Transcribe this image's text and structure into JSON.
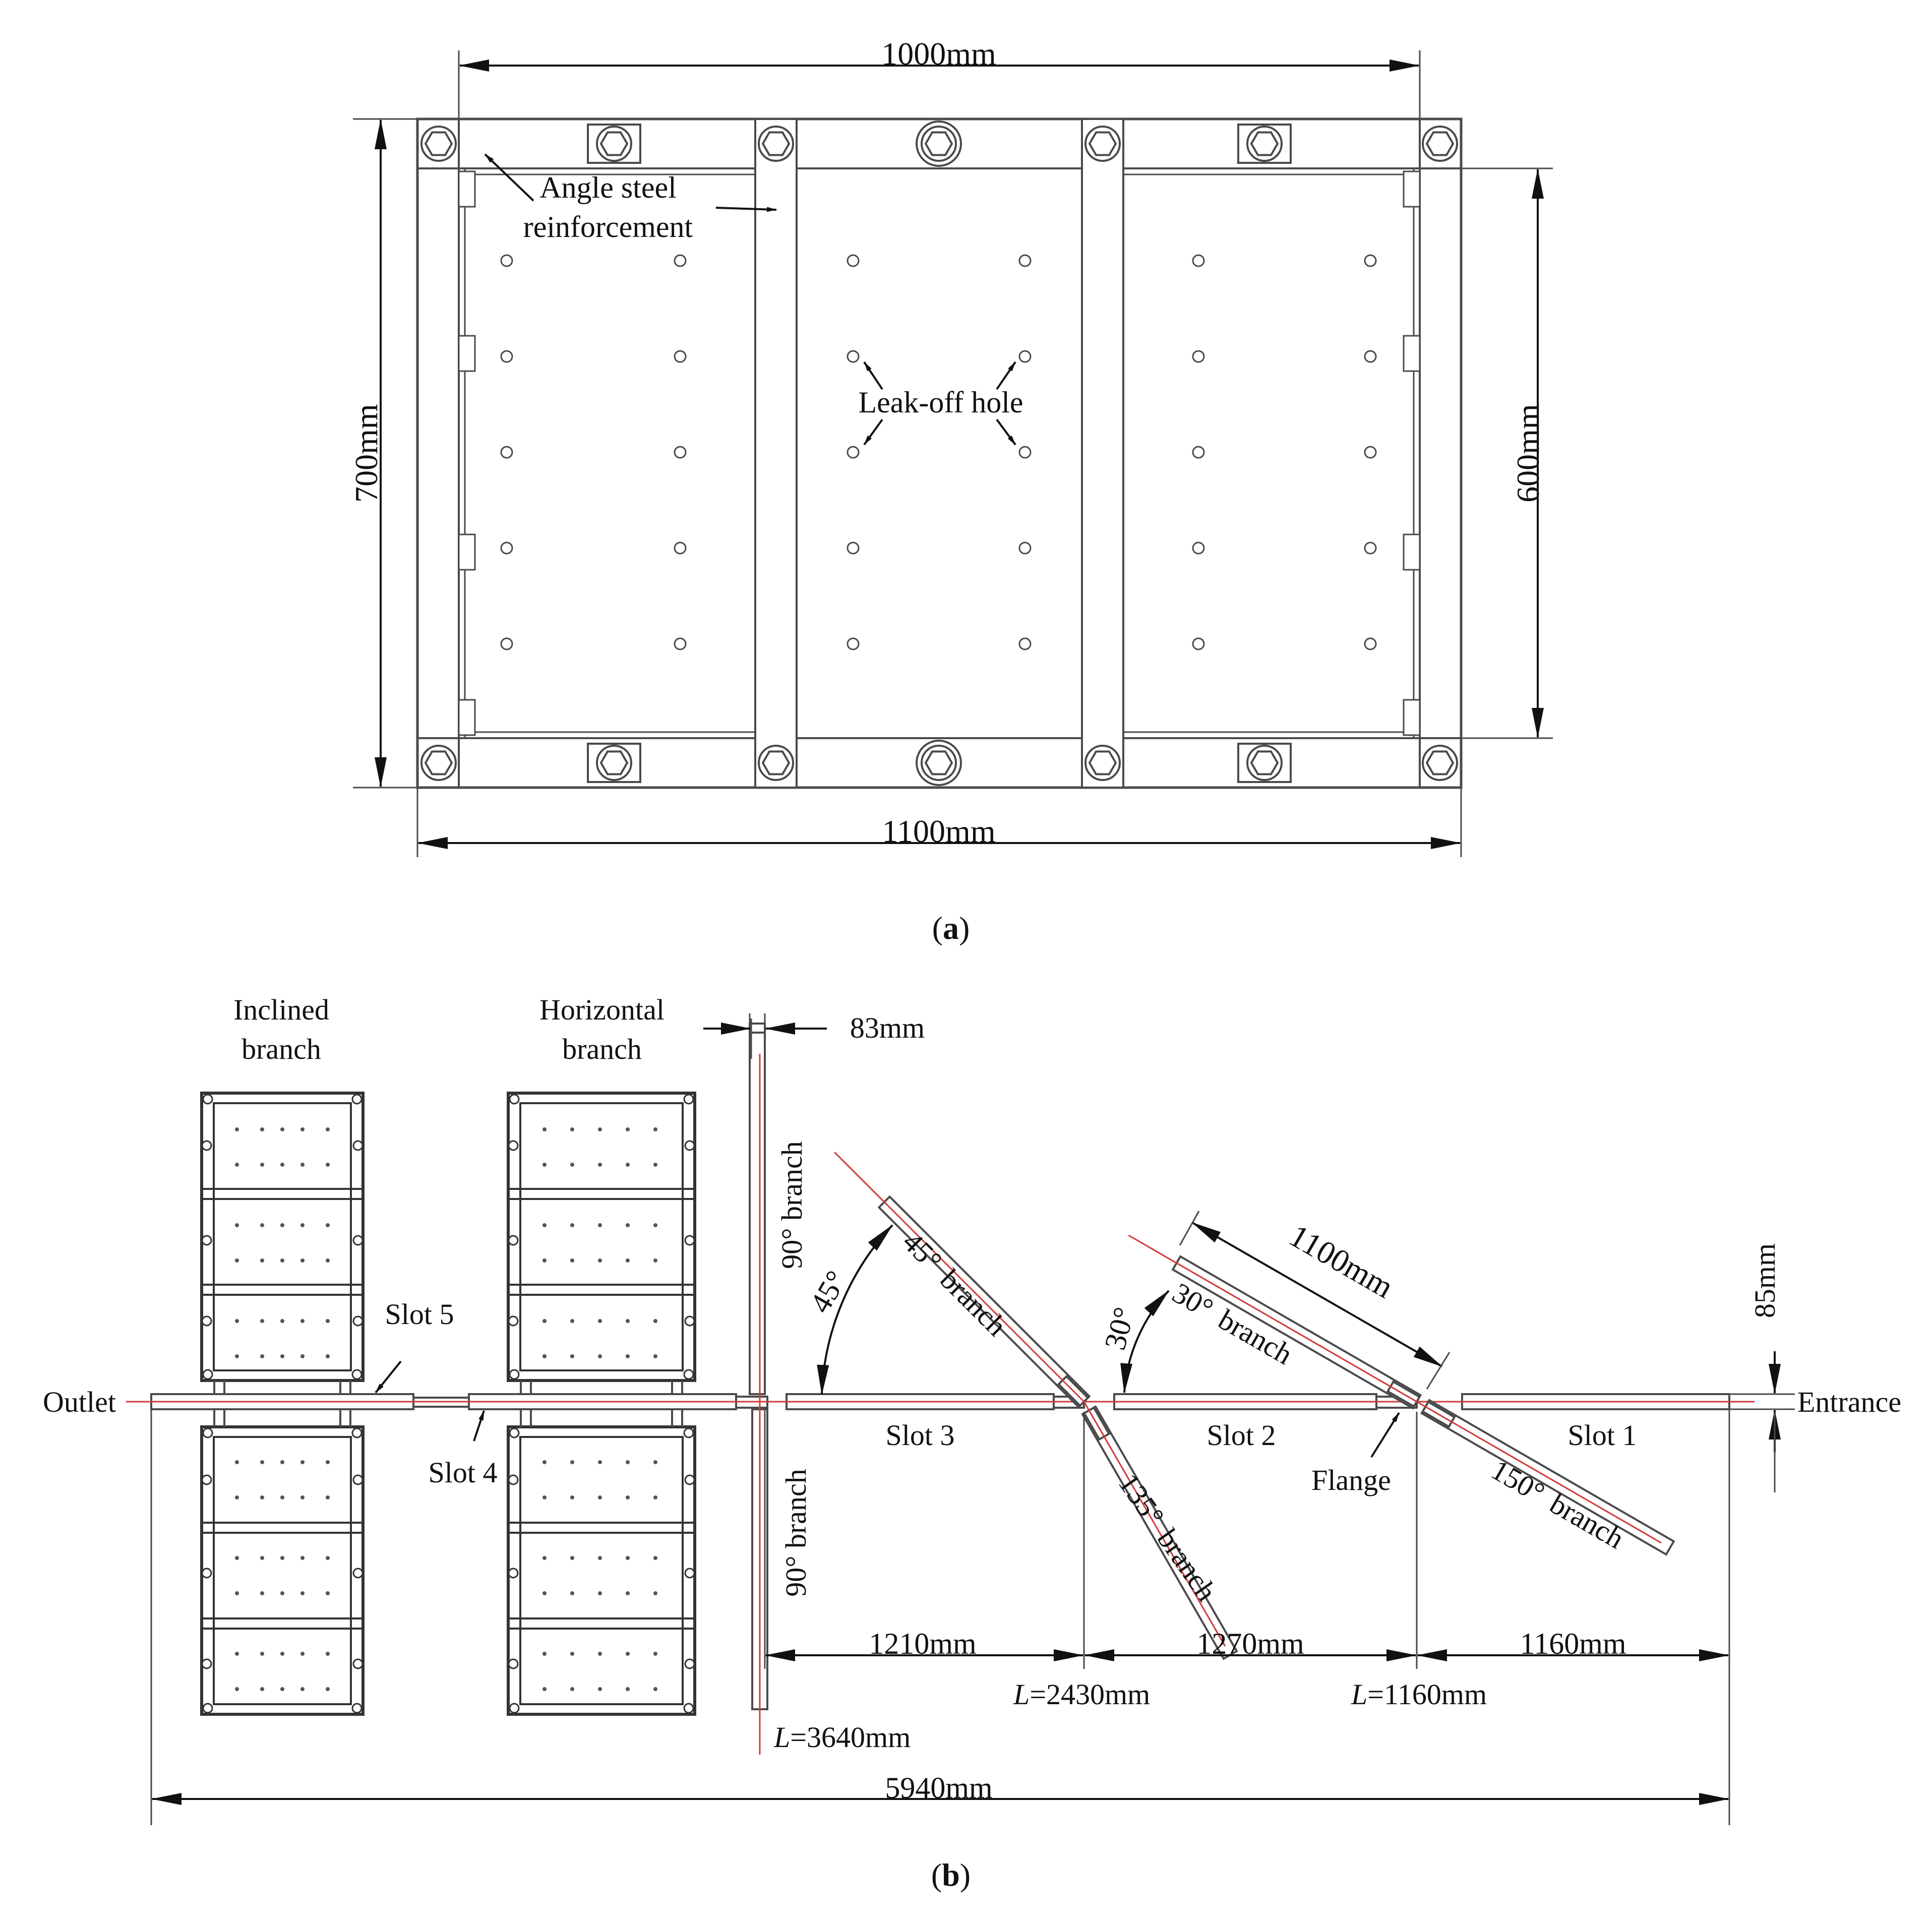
{
  "panel_a": {
    "caption_open": "(",
    "caption_letter": "a",
    "caption_close": ")",
    "dim_top": "1000mm",
    "dim_left": "700mm",
    "dim_right": "600mm",
    "dim_bottom": "1100mm",
    "label_angle_steel_1": "Angle steel",
    "label_angle_steel_2": "reinforcement",
    "label_leak_off": "Leak-off hole"
  },
  "panel_b": {
    "caption_open": "(",
    "caption_letter": "b",
    "caption_close": ")",
    "inclined_1": "Inclined",
    "inclined_2": "branch",
    "horizontal_1": "Horizontal",
    "horizontal_2": "branch",
    "dim_83": "83mm",
    "dim_85": "85mm",
    "dim_1100": "1100mm",
    "outlet": "Outlet",
    "entrance": "Entrance",
    "slot1": "Slot 1",
    "slot2": "Slot 2",
    "slot3": "Slot 3",
    "slot4": "Slot 4",
    "slot5": "Slot 5",
    "flange": "Flange",
    "branch90_top": "90° branch",
    "branch90_bottom": "90° branch",
    "angle45": "45°",
    "angle30": "30°",
    "branch45_1": "45°",
    "branch45_2": "branch",
    "branch30_1": "30°",
    "branch30_2": "branch",
    "branch135_1": "135°",
    "branch135_2": "branch",
    "branch150_1": "150°",
    "branch150_2": "branch",
    "dim_1210": "1210mm",
    "dim_1270": "1270mm",
    "dim_1160": "1160mm",
    "L_prefix": "L",
    "L3640": "=3640mm",
    "L2430": "=2430mm",
    "L1160": "=1160mm",
    "dim_5940": "5940mm"
  }
}
